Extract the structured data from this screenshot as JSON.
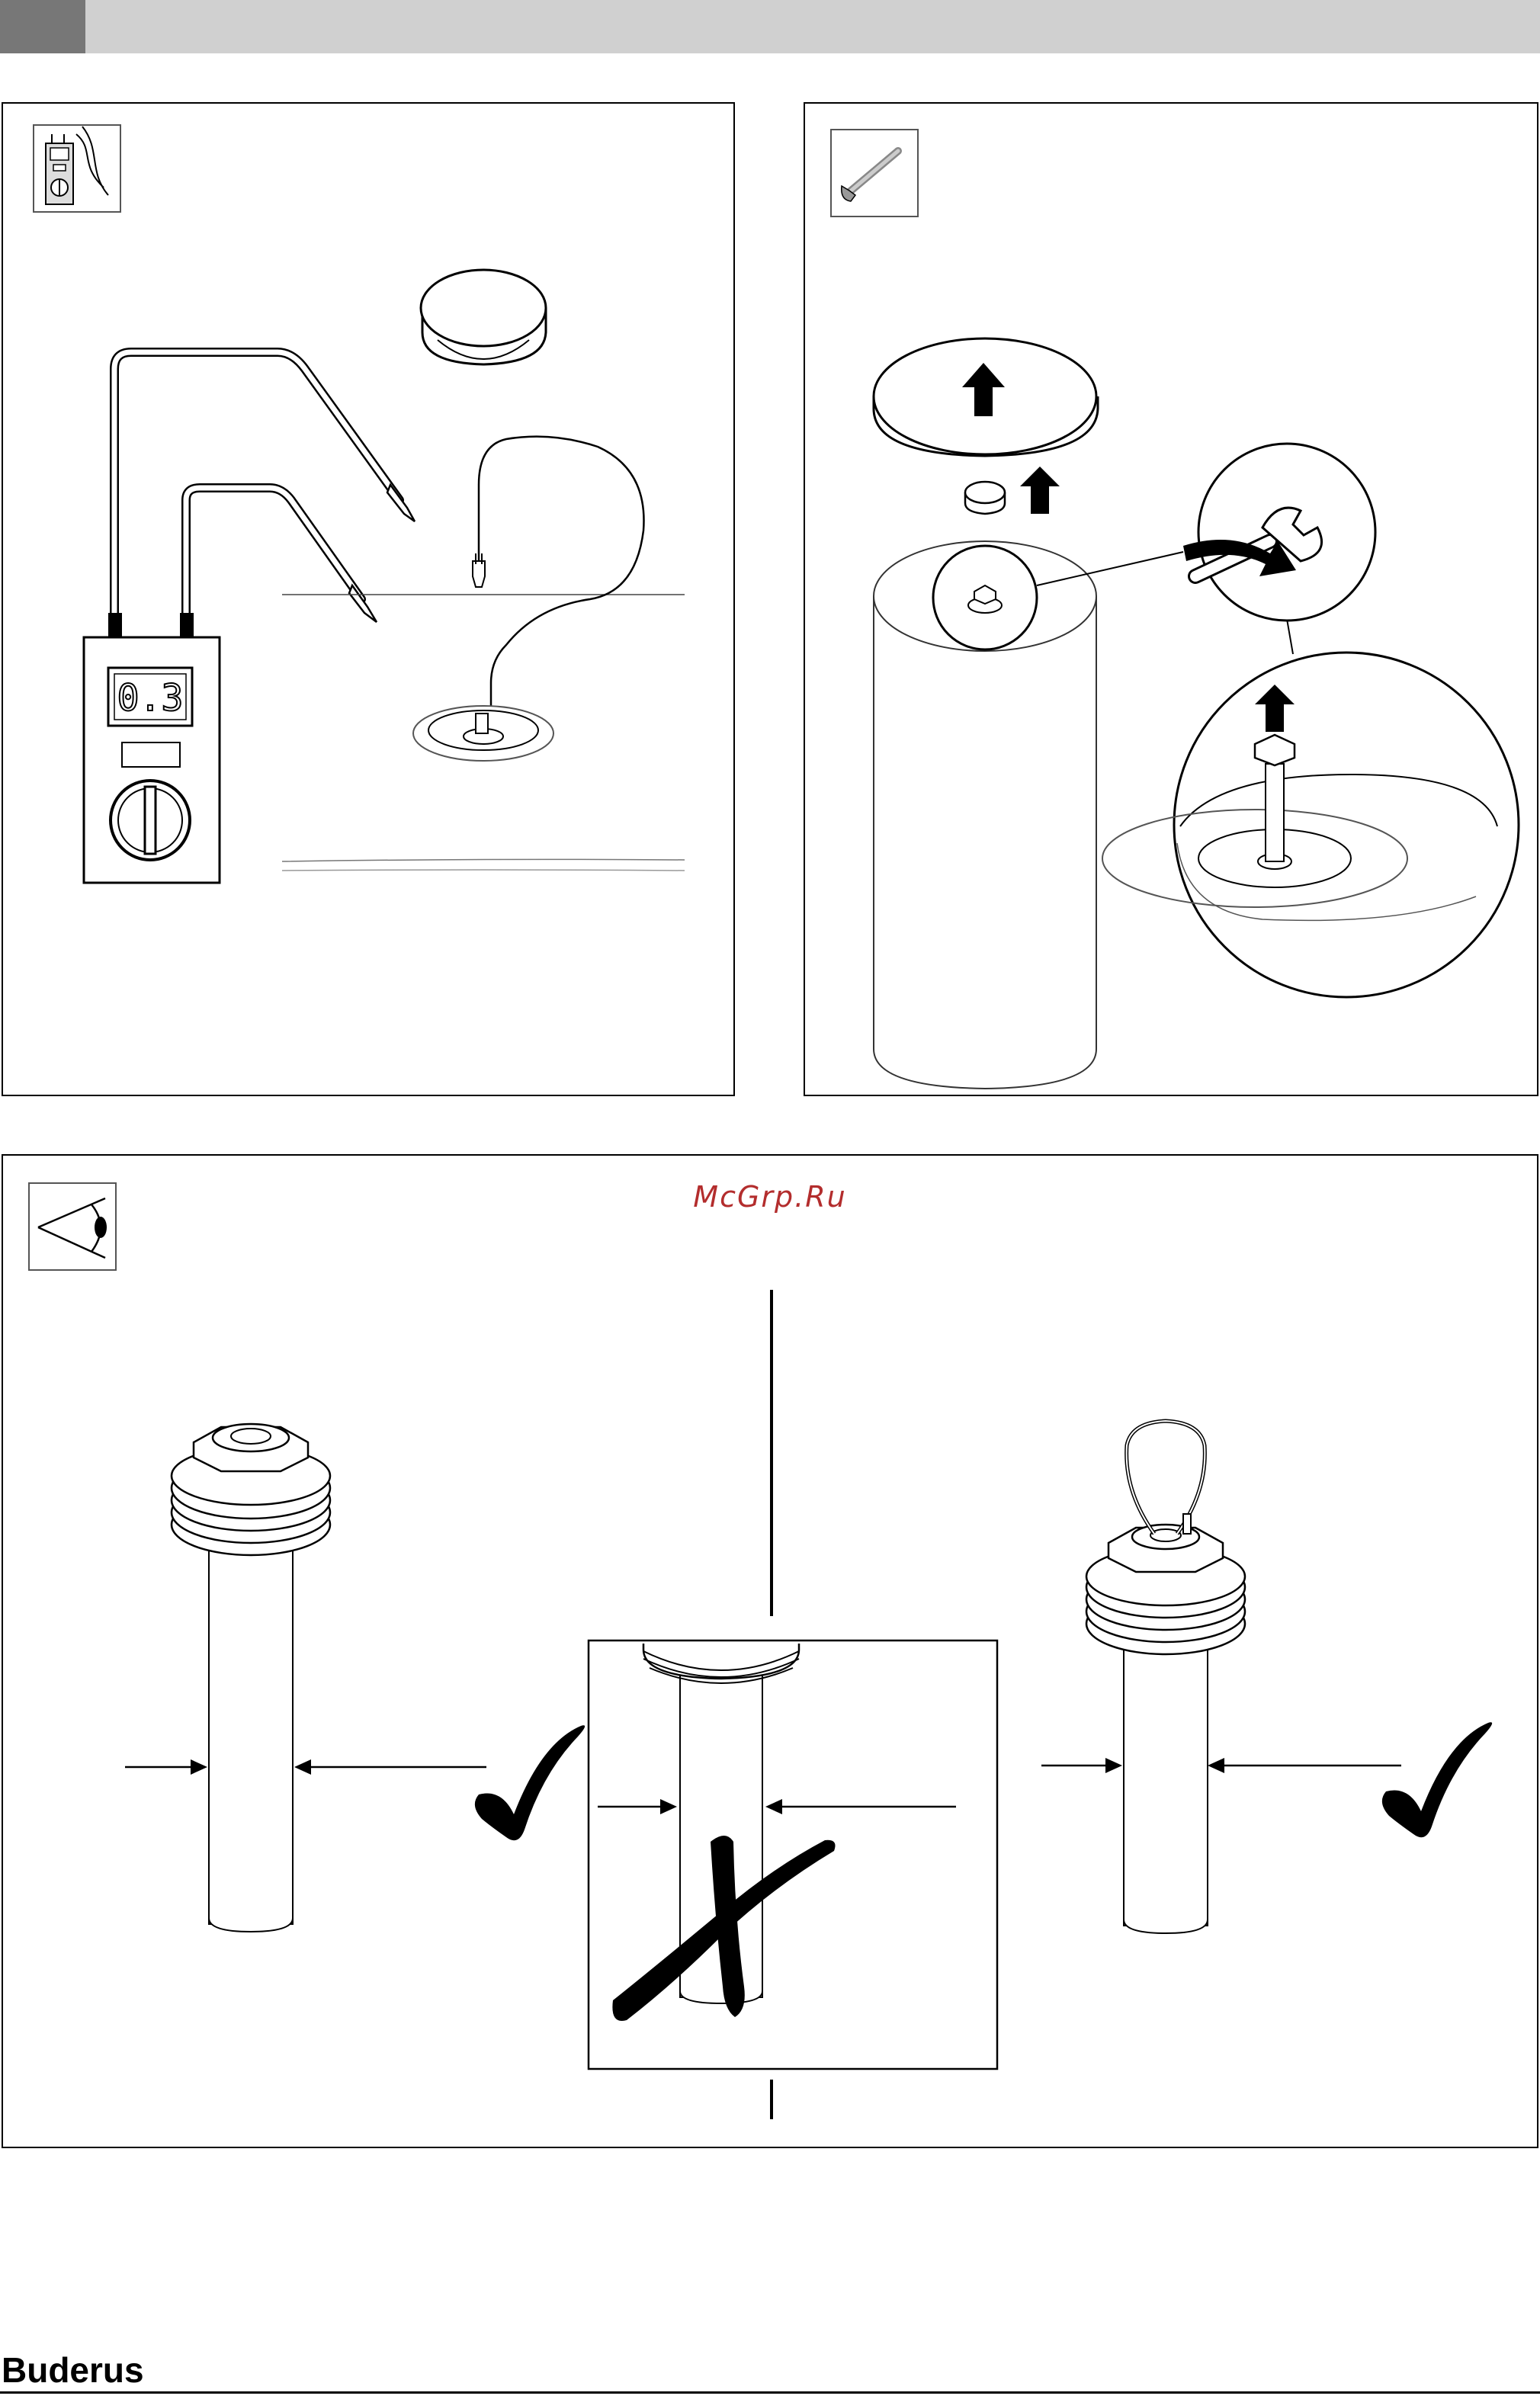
{
  "watermark": "McGrp.Ru",
  "brand": "Buderus",
  "multimeter": {
    "display_value": "0.3"
  },
  "icons": {
    "panel1": "multimeter-icon",
    "panel2": "wrench-icon",
    "panel3": "eye-inspect-icon"
  },
  "verdicts": {
    "left": "check",
    "middle": "cross",
    "right": "check"
  },
  "colors": {
    "header_bar": "#d0d0d0",
    "header_tab": "#777777",
    "watermark": "#b32d2d",
    "line": "#000000"
  }
}
